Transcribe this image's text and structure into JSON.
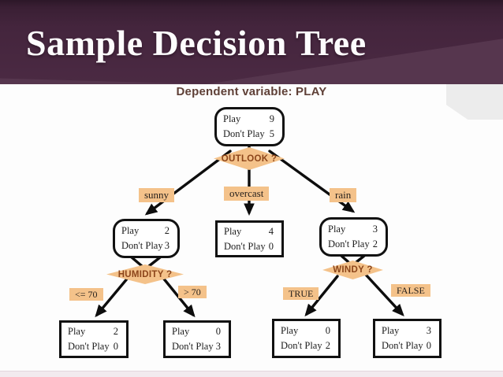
{
  "slide": {
    "title": "Sample Decision Tree",
    "dependent_label": "Dependent variable: PLAY"
  },
  "colors": {
    "header_background": "#44253d",
    "header_highlight": "#56364e",
    "branch_accent": "#f4c28a",
    "question_text": "#8c451a",
    "dependent_text": "#5f4037",
    "node_border": "#111111",
    "corner_block": "#ececec"
  },
  "tree": {
    "questions": {
      "outlook": "OUTLOOK ?",
      "humidity": "HUMIDITY ?",
      "windy": "WINDY ?"
    },
    "branches": {
      "sunny": "sunny",
      "overcast": "overcast",
      "rain": "rain",
      "le70": "<= 70",
      "gt70": "> 70",
      "true": "TRUE",
      "false": "FALSE"
    },
    "nodes": {
      "root": {
        "rows": [
          {
            "label": "Play",
            "value": "9"
          },
          {
            "label": "Don't Play",
            "value": "5"
          }
        ]
      },
      "sunny": {
        "rows": [
          {
            "label": "Play",
            "value": "2"
          },
          {
            "label": "Don't Play",
            "value": "3"
          }
        ]
      },
      "overcast": {
        "rows": [
          {
            "label": "Play",
            "value": "4"
          },
          {
            "label": "Don't Play",
            "value": "0"
          }
        ]
      },
      "rain": {
        "rows": [
          {
            "label": "Play",
            "value": "3"
          },
          {
            "label": "Don't Play",
            "value": "2"
          }
        ]
      },
      "leaf_le70": {
        "rows": [
          {
            "label": "Play",
            "value": "2"
          },
          {
            "label": "Don't Play",
            "value": "0"
          }
        ]
      },
      "leaf_gt70": {
        "rows": [
          {
            "label": "Play",
            "value": "0"
          },
          {
            "label": "Don't Play",
            "value": "3"
          }
        ]
      },
      "leaf_true": {
        "rows": [
          {
            "label": "Play",
            "value": "0"
          },
          {
            "label": "Don't Play",
            "value": "2"
          }
        ]
      },
      "leaf_false": {
        "rows": [
          {
            "label": "Play",
            "value": "3"
          },
          {
            "label": "Don't Play",
            "value": "0"
          }
        ]
      }
    }
  }
}
